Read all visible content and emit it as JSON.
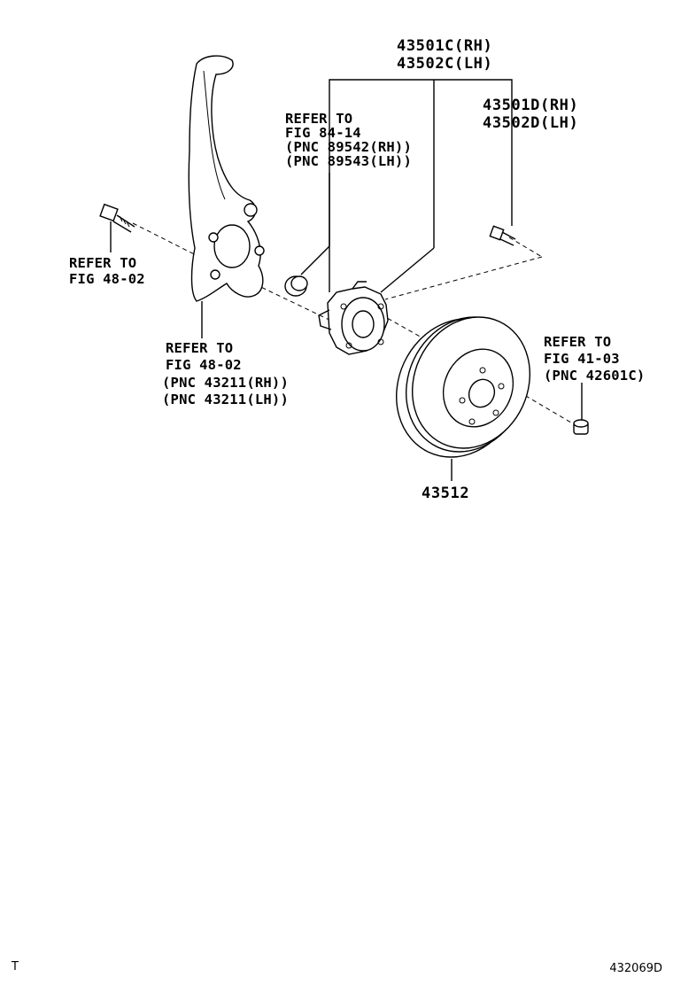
{
  "callouts": {
    "hub_top": [
      "43501C(RH)",
      "43502C(LH)"
    ],
    "bolt_right": [
      "43501D(RH)",
      "43502D(LH)"
    ],
    "abs_sensor_ref": [
      "REFER TO",
      "FIG 84-14",
      "(PNC 89542(RH))",
      "(PNC 89543(LH))"
    ],
    "bolt_left_ref": [
      "REFER TO",
      "FIG 48-02"
    ],
    "knuckle_ref": [
      "REFER TO",
      "FIG 48-02",
      "(PNC 43211(RH))",
      "(PNC 43211(LH))"
    ],
    "hub_nut_ref": [
      "REFER TO",
      "FIG 41-03",
      "(PNC 42601C)"
    ],
    "disc": "43512"
  },
  "footer": {
    "left_mark": "T",
    "figure_code": "432069D"
  }
}
